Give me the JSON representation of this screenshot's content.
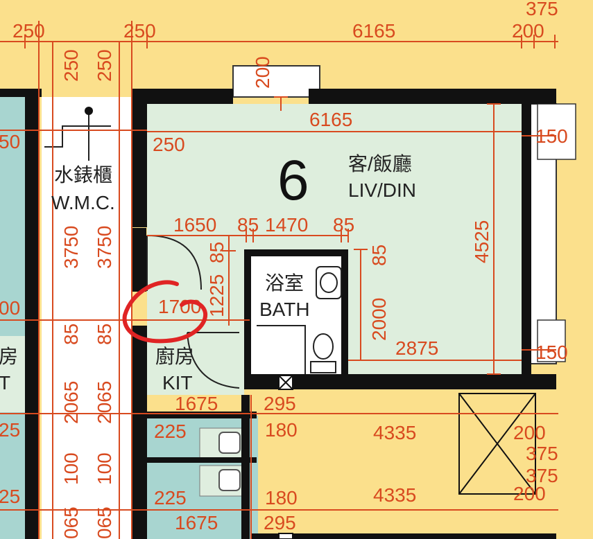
{
  "unit": {
    "number": "6"
  },
  "rooms": {
    "living": {
      "zh": "客/飯廳",
      "en": "LIV/DIN"
    },
    "bath": {
      "zh": "浴室",
      "en": "BATH"
    },
    "kitchen": {
      "zh": "廚房",
      "en": "KIT"
    },
    "wmc": {
      "zh": "水錶櫃",
      "en": "W.M.C."
    },
    "left_kitchen_fragment": {
      "zh": "房",
      "en": "T"
    }
  },
  "dimensions": {
    "top_250_left": "250",
    "top_250_mid": "250",
    "top_6165": "6165",
    "top_200": "200",
    "top_375": "375",
    "shaft_250_a": "250",
    "shaft_250_b": "250",
    "window_200": "200",
    "liv_6165": "6165",
    "liv_250": "250",
    "liv_150_top": "150",
    "liv_150_bottom": "150",
    "liv_4525": "4525",
    "bath_1650": "1650",
    "bath_85_a": "85",
    "bath_1470": "1470",
    "bath_85_b": "85",
    "bath_85_c": "85",
    "bath_85_left": "85",
    "bath_1225": "1225",
    "bath_2000": "2000",
    "bath_2875": "2875",
    "kit_1700": "1700",
    "shaft_3750_a": "3750",
    "shaft_3750_b": "3750",
    "shaft_85_a": "85",
    "shaft_85_b": "85",
    "shaft_2065_a": "2065",
    "shaft_2065_b": "2065",
    "shaft_100_a": "100",
    "shaft_100_b": "100",
    "shaft_065_a": "065",
    "shaft_065_b": "065",
    "left_50": "50",
    "left_00": "00",
    "left_25_a": "25",
    "left_25_b": "25",
    "kit_1675_a": "1675",
    "kit_1675_b": "1675",
    "kit_295_a": "295",
    "kit_295_b": "295",
    "kit_225_a": "225",
    "kit_225_b": "225",
    "kit_180_a": "180",
    "kit_180_b": "180",
    "corr_4335_a": "4335",
    "corr_4335_b": "4335",
    "corr_200_a": "200",
    "corr_200_b": "200",
    "corr_375_a": "375",
    "corr_375_b": "375"
  },
  "colors": {
    "background": "#fbe08c",
    "room_fill": "#deeedd",
    "adjacent_unit_fill": "#a8d5d0",
    "wall": "#111111",
    "dimension": "#d84a1f",
    "annotation_circle": "#e02424"
  }
}
